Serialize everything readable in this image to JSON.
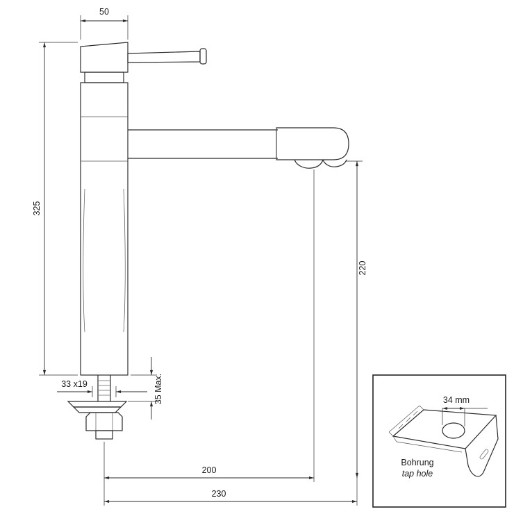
{
  "dimensions": {
    "handle_width": "50",
    "overall_height": "325",
    "thread": "33 x19",
    "max_counter_thickness": "35 Max.",
    "outlet_height": "220",
    "outlet_reach": "200",
    "overall_reach": "230"
  },
  "inset": {
    "hole_size": "34 mm",
    "caption_primary": "Bohrung",
    "caption_secondary": "tap hole"
  },
  "colors": {
    "line": "#2b2b2b",
    "background": "#ffffff"
  }
}
